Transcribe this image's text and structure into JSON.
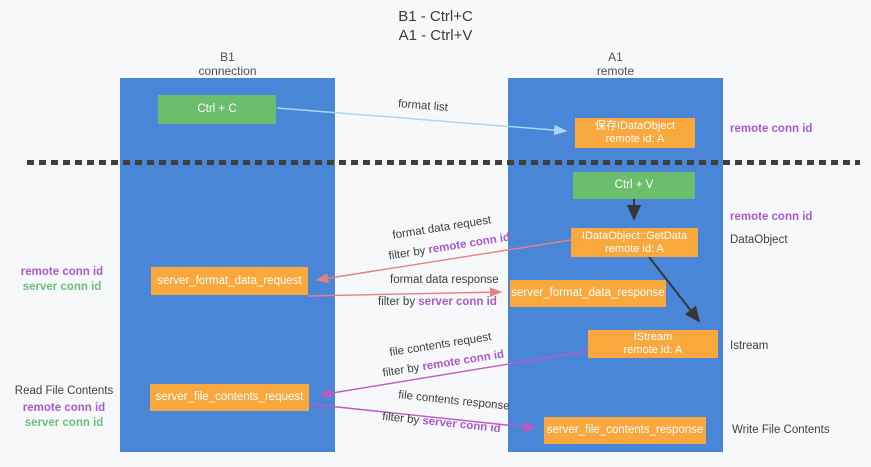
{
  "title": {
    "line1": "B1 - Ctrl+C",
    "line2": "A1 - Ctrl+V"
  },
  "lanes": {
    "left": {
      "name": "B1",
      "subtitle": "connection"
    },
    "right": {
      "name": "A1",
      "subtitle": "remote"
    }
  },
  "nodes": {
    "ctrl_c": {
      "label": "Ctrl + C"
    },
    "ctrl_v": {
      "label": "Ctrl + V"
    },
    "save_idataobject": {
      "line1": "保存IDataObject",
      "line2": "remote id: A"
    },
    "getdata": {
      "line1": "IDataObject::GetData",
      "line2": "remote id: A"
    },
    "istream": {
      "line1": "IStream",
      "line2": "remote id: A"
    },
    "server_format_data_request": {
      "label": "server_format_data_request"
    },
    "server_format_data_response": {
      "label": "server_format_data_response"
    },
    "server_file_contents_request": {
      "label": "server_file_contents_request"
    },
    "server_file_contents_response": {
      "label": "server_file_contents_response"
    }
  },
  "edge_labels": {
    "format_list": "format list",
    "format_data_request": "format data request",
    "format_data_response": "format data response",
    "file_contents_request": "file contents request",
    "file_contents_response": "file contents response",
    "filter_by": "filter by",
    "remote_conn_id": "remote conn id",
    "server_conn_id": "server conn id"
  },
  "side_labels": {
    "remote_conn_id": "remote conn id",
    "server_conn_id": "server conn id",
    "dataobject": "DataObject",
    "istream": "Istream",
    "read_file_contents": "Read File Contents",
    "write_file_contents": "Write File Contents"
  },
  "colors": {
    "background": "#f7f8f9",
    "lane_blue": "#4a86d8",
    "node_green": "#6cbe6c",
    "node_orange": "#f8a83d",
    "arrow_light_blue": "#aad6f2",
    "arrow_salmon": "#e88080",
    "arrow_magenta": "#c358c3",
    "arrow_black": "#363636",
    "text_purple": "#a95bce",
    "text_green": "#6dbf7d"
  }
}
